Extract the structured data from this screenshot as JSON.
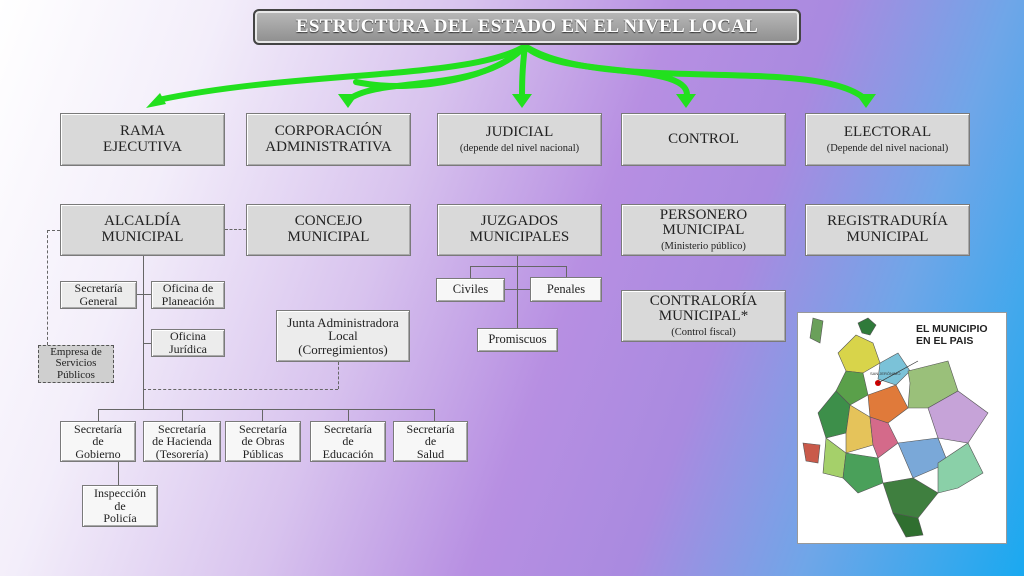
{
  "title": "ESTRUCTURA DEL ESTADO EN EL NIVEL LOCAL",
  "branches": {
    "ejecutiva": [
      "RAMA",
      "EJECUTIVA"
    ],
    "corporacion": [
      "CORPORACIÓN",
      "ADMINISTRATIVA"
    ],
    "judicial": "JUDICIAL",
    "judicial_sub": "(depende del nivel nacional)",
    "control": "CONTROL",
    "electoral": "ELECTORAL",
    "electoral_sub": "(Depende del nivel nacional)"
  },
  "level2": {
    "alcaldia": [
      "ALCALDÍA",
      "MUNICIPAL"
    ],
    "concejo": [
      "CONCEJO",
      "MUNICIPAL"
    ],
    "juzgados": [
      "JUZGADOS",
      "MUNICIPALES"
    ],
    "personero": [
      "PERSONERO",
      "MUNICIPAL"
    ],
    "personero_sub": "(Ministerio público)",
    "registraduria": [
      "REGISTRADURÍA",
      "MUNICIPAL"
    ],
    "contraloria": [
      "CONTRALORÍA",
      "MUNICIPAL*"
    ],
    "contraloria_sub": "(Control fiscal)"
  },
  "alcaldia_units": {
    "secretaria_general": [
      "Secretaría",
      "General"
    ],
    "oficina_planeacion": [
      "Oficina de",
      "Planeación"
    ],
    "oficina_juridica": [
      "Oficina",
      "Jurídica"
    ],
    "empresa_servicios": [
      "Empresa de",
      "Servicios",
      "Públicos"
    ],
    "junta": [
      "Junta Administradora",
      "Local",
      "(Corregimientos)"
    ]
  },
  "secretarias": [
    [
      "Secretaría",
      "de",
      "Gobierno"
    ],
    [
      "Secretaría",
      "de Hacienda",
      "(Tesorería)"
    ],
    [
      "Secretaría",
      "de Obras",
      "Públicas"
    ],
    [
      "Secretaría",
      "de",
      "Educación"
    ],
    [
      "Secretaría",
      "de",
      "Salud"
    ]
  ],
  "inspeccion": [
    "Inspección",
    "de",
    "Policía"
  ],
  "juzgados_types": {
    "civiles": "Civiles",
    "penales": "Penales",
    "promiscuos": "Promiscuos"
  },
  "map": {
    "label": [
      "EL MUNICIPIO",
      "EN EL PAIS"
    ],
    "small_label": "SAN JERÓNIMO"
  },
  "colors": {
    "arrow": "#22e01e",
    "box": "#d9d9d9",
    "title_bg": "#9e9e9e"
  }
}
